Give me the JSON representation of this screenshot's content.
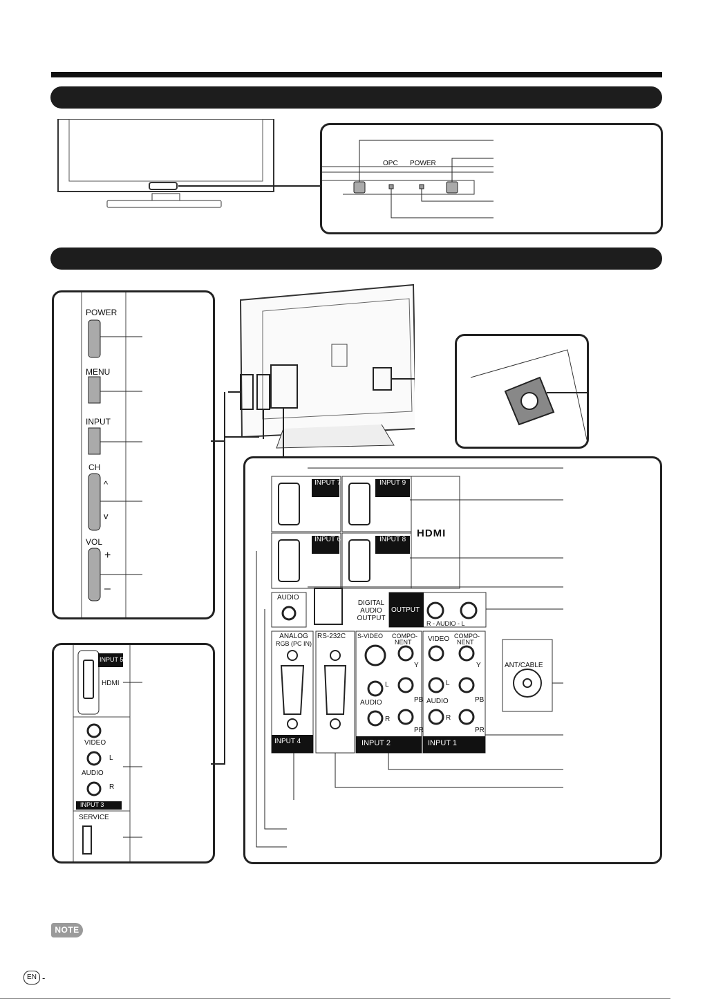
{
  "front_panel": {
    "opc_label": "OPC",
    "power_label": "POWER"
  },
  "side_panel": {
    "buttons": [
      "POWER",
      "MENU",
      "INPUT",
      "CH",
      "VOL"
    ],
    "ch_up": "^",
    "ch_down": "v",
    "vol_plus": "+",
    "vol_minus": "–"
  },
  "side_inputs": {
    "input5": "INPUT 5",
    "hdmi": "HDMI",
    "video": "VIDEO",
    "l": "L",
    "audio": "AUDIO",
    "r": "R",
    "input3": "INPUT 3",
    "service": "SERVICE"
  },
  "rear": {
    "input7": "INPUT 7",
    "input9": "INPUT 9",
    "input6": "INPUT 6",
    "input8": "INPUT 8",
    "hdmi_logo": "HDMI",
    "audio": "AUDIO",
    "digital_audio": [
      "DIGITAL",
      "AUDIO",
      "OUTPUT"
    ],
    "output": "OUTPUT",
    "r_audio_l": "R - AUDIO - L",
    "analog": [
      "ANALOG",
      "RGB (PC IN)"
    ],
    "rs232c": "RS-232C",
    "svideo": "S-VIDEO",
    "component": [
      "COMPO-",
      "NENT"
    ],
    "video": "VIDEO",
    "y": "Y",
    "pb": "PB",
    "pr": "PR",
    "l": "L",
    "r": "R",
    "audio_lbl": "AUDIO",
    "ant_cable": "ANT/CABLE",
    "input4": "INPUT 4",
    "input2": "INPUT 2",
    "input1": "INPUT 1"
  },
  "footer": {
    "note": "NOTE",
    "page_prefix": "EN",
    "page_dash": "-"
  }
}
